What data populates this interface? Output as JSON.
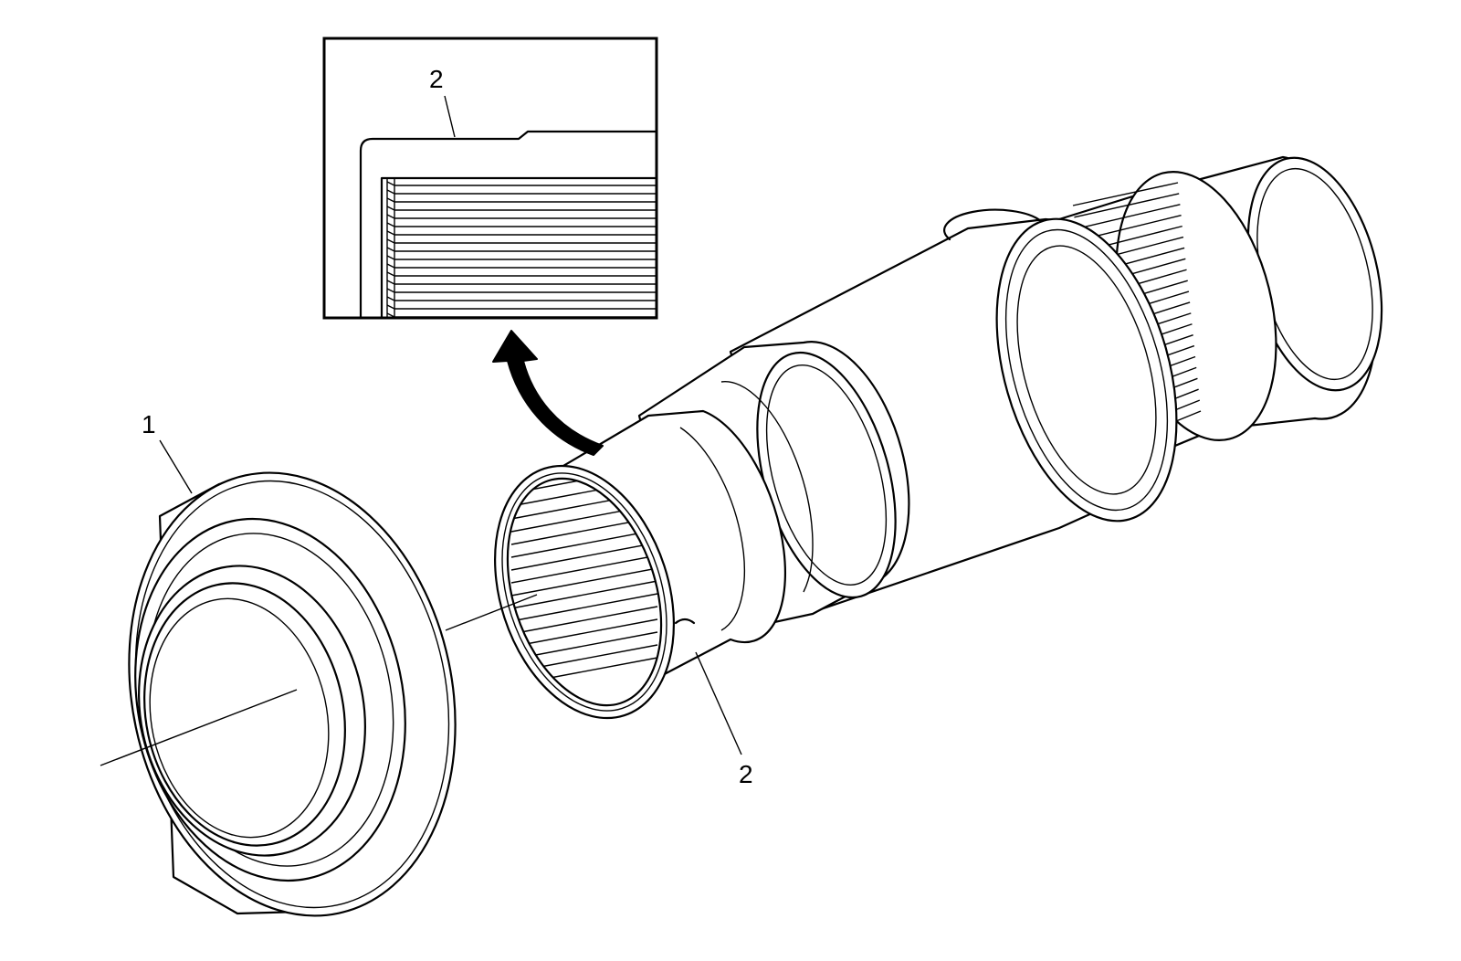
{
  "callouts": {
    "inset_label": "2",
    "seal_label": "1",
    "groove_label": "2"
  }
}
